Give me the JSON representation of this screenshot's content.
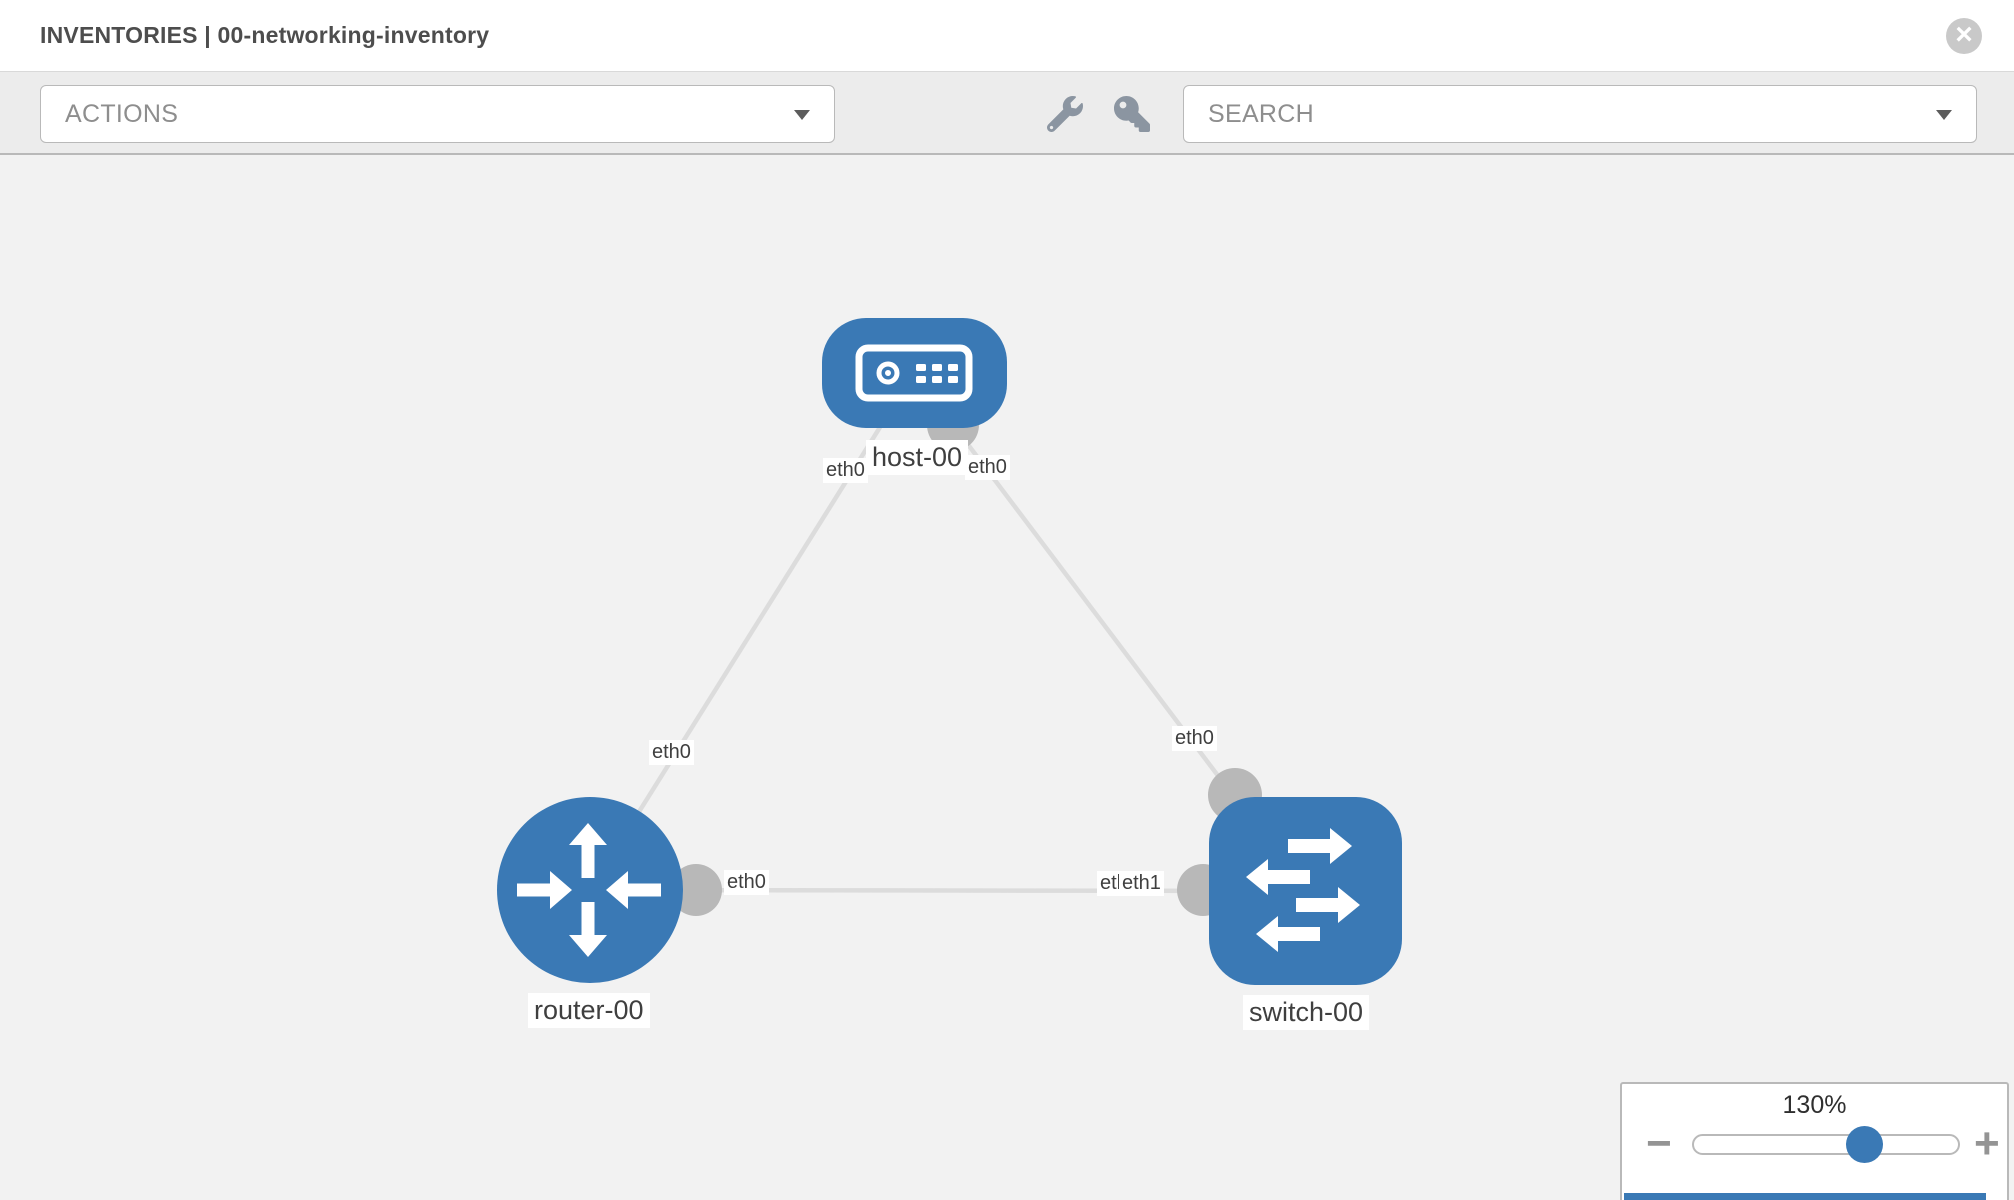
{
  "header": {
    "title": "INVENTORIES | 00-networking-inventory"
  },
  "toolbar": {
    "actions_label": "ACTIONS",
    "search_label": "SEARCH"
  },
  "icons": {
    "close": "×",
    "wrench": "wrench-icon",
    "key": "key-icon",
    "caret": "triangle-down",
    "zoom_out": "−",
    "zoom_in": "+"
  },
  "topology": {
    "nodes": [
      {
        "id": "host-00",
        "type": "host",
        "label": "host-00"
      },
      {
        "id": "router-00",
        "type": "router",
        "label": "router-00"
      },
      {
        "id": "switch-00",
        "type": "switch",
        "label": "switch-00"
      }
    ],
    "links": [
      {
        "from": "host-00",
        "to": "router-00",
        "from_interface": "eth0",
        "to_interface": "eth0"
      },
      {
        "from": "host-00",
        "to": "switch-00",
        "from_interface": "eth0",
        "to_interface": "eth0"
      },
      {
        "from": "router-00",
        "to": "switch-00",
        "from_interface": "eth0",
        "to_interface": "eth1"
      }
    ],
    "interfaces": {
      "host_left": "eth0",
      "host_right": "eth0",
      "router_top": "eth0",
      "switch_top": "eth0",
      "router_mid": "eth0",
      "switch_mid_under": "eth0",
      "switch_mid_over": "eth1"
    }
  },
  "zoom_control": {
    "level": "130%"
  },
  "colors": {
    "node_blue": "#3a79b5",
    "link_gray": "#dcdcdc",
    "endpoint_gray": "#b8b8b8",
    "canvas_bg": "#f2f2f2",
    "toolbar_bg": "#ececec"
  }
}
